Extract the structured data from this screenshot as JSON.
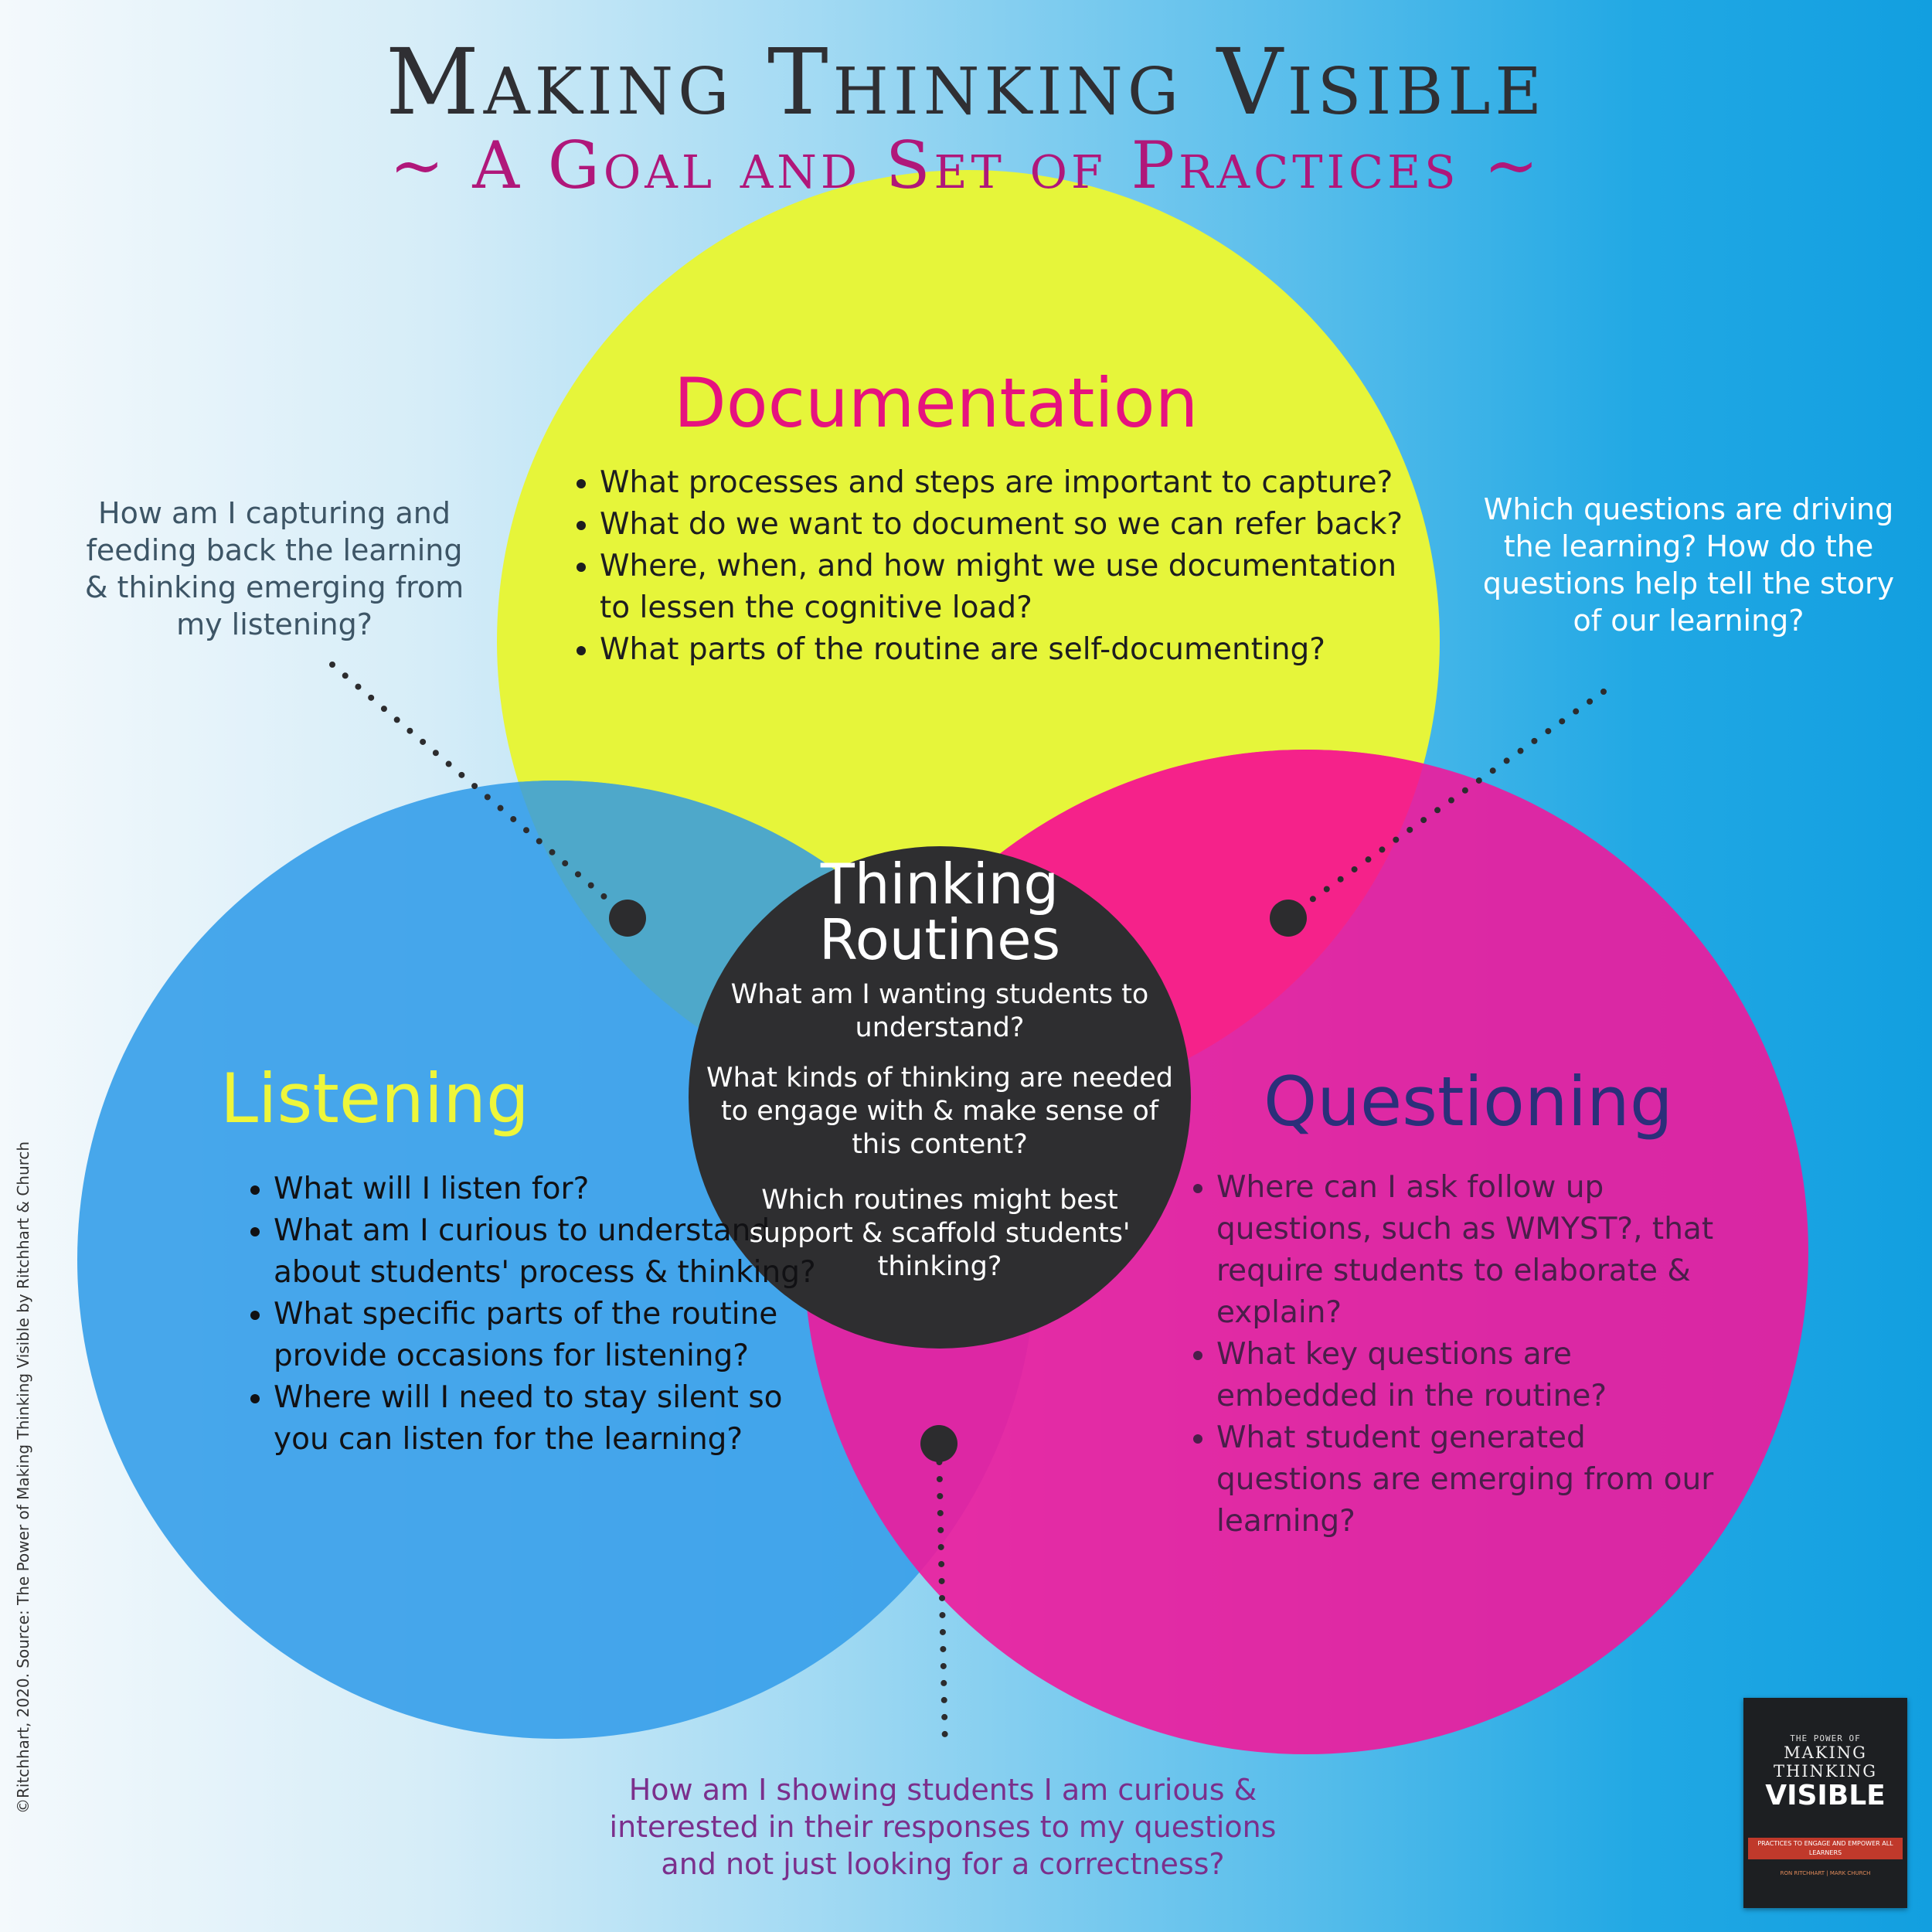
{
  "title": "Making Thinking Visible",
  "subtitle": "~ A Goal and Set of Practices ~",
  "documentation": {
    "heading": "Documentation",
    "items": [
      "What processes and steps are important to capture?",
      "What do we want to document so we can refer back?",
      "Where, when, and how might we use documentation to lessen the cognitive load?",
      "What parts of the routine are self-documenting?"
    ]
  },
  "listening": {
    "heading": "Listening",
    "items": [
      "What will I listen for?",
      "What am I curious to understand about students' process & thinking?",
      "What specific parts of the routine provide occasions for listening?",
      "Where will I need to stay silent so you can listen for the learning?"
    ]
  },
  "questioning": {
    "heading": "Questioning",
    "items": [
      " Where can I ask follow up questions, such as WMYST?, that require students to elaborate & explain?",
      "What key questions are embedded in the routine?",
      "What student generated questions are emerging from our learning?"
    ]
  },
  "center": {
    "heading_line1": "Thinking",
    "heading_line2": "Routines",
    "q1": "What am I wanting students to understand?",
    "q2": "What kinds of thinking are needed to engage with & make sense of this content?",
    "q3": "Which routines might best support & scaffold students' thinking?"
  },
  "notes": {
    "left": "How am I capturing and feeding back the learning & thinking emerging from my listening?",
    "right": "Which questions are driving the learning? How do the questions help tell the story of our learning?",
    "bottom": "How am I showing students I am curious & interested in their responses to my questions and not just looking for a correctness?"
  },
  "book": {
    "line1": "THE POWER OF",
    "line2": "MAKING",
    "line3": "THINKING",
    "line4": "VISIBLE",
    "tagline": "PRACTICES TO ENGAGE AND EMPOWER ALL LEARNERS",
    "authors": "RON RITCHHART | MARK CHURCH"
  },
  "credit": "©Ritchhart, 2020.  Source: The Power of Making Thinking Visible by Ritchhart & Church",
  "colors": {
    "documentation": "#e6f53a",
    "listening": "#3aa0ea",
    "questioning": "#ee1a9c",
    "center": "#2e2e30",
    "title": "#2f2f33",
    "subtitle": "#b0177a",
    "doc_heading": "#e6127f",
    "listen_heading": "#eef63a",
    "question_heading": "#2b2f7a",
    "note_left": "#3d5566",
    "note_right": "#ffffff",
    "note_bottom": "#7b2f8c"
  }
}
